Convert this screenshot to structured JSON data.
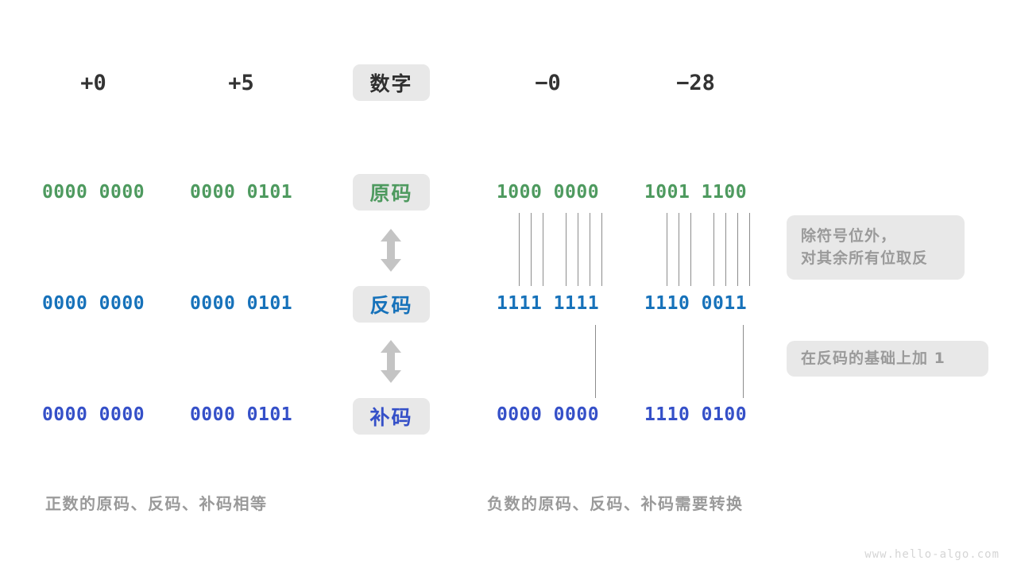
{
  "header": {
    "numbers": [
      {
        "id": "plus-zero",
        "text": "+0"
      },
      {
        "id": "plus-five",
        "text": "+5"
      },
      {
        "id": "minus-zero",
        "text": "−0"
      },
      {
        "id": "minus-28",
        "text": "−28"
      }
    ],
    "center_label": "数字"
  },
  "rows": [
    {
      "id": "true-form",
      "label": "原码",
      "label_color": "#4e9a5f",
      "values": [
        "0000 0000",
        "0000 0101",
        "1000 0000",
        "1001 1100"
      ]
    },
    {
      "id": "ones-complement",
      "label": "反码",
      "label_color": "#1772ba",
      "values": [
        "0000 0000",
        "0000 0101",
        "1111 1111",
        "1110 0011"
      ]
    },
    {
      "id": "twos-complement",
      "label": "补码",
      "label_color": "#3550c8",
      "values": [
        "0000 0000",
        "0000 0101",
        "0000 0000",
        "1110 0100"
      ]
    }
  ],
  "notes": [
    {
      "id": "invert-note",
      "lines": [
        "除符号位外，",
        "对其余所有位取反"
      ]
    },
    {
      "id": "add-one-note",
      "lines": [
        "在反码的基础上加 1"
      ]
    }
  ],
  "captions": {
    "left": "正数的原码、反码、补码相等",
    "right": "负数的原码、反码、补码需要转换"
  },
  "watermark": "www.hello-algo.com",
  "colors": {
    "green": "#4e9a5f",
    "blue": "#1772ba",
    "indigo": "#3550c8",
    "dark": "#2f2f2f",
    "muted": "#9a9a9a",
    "pill_bg": "#e8e8e8",
    "connector": "#8c8c8c",
    "arrow": "#c4c4c4"
  }
}
